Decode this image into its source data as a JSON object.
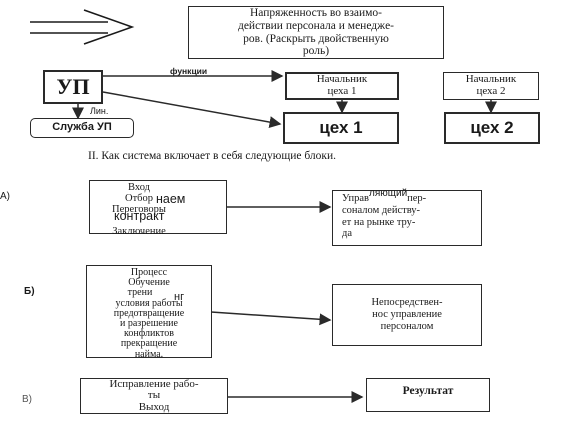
{
  "top_diagram": {
    "tension_box": [
      "Напряженность во взаимо-",
      "действии персонала и менеджe-",
      "ров. (Раскрыть двойственную",
      "роль)"
    ],
    "up_box": "УП",
    "functions_label": "функции",
    "lin_label": "Лин.",
    "service_box": "Служба УП",
    "chief1_box": [
      "Начальник",
      "цеха 1"
    ],
    "chief2_box": [
      "Начальник",
      "цеха 2"
    ],
    "shop1_box": "цех 1",
    "shop2_box": "цех 2"
  },
  "section_heading": "II. Как система включает в себя следующие блоки.",
  "block_a": {
    "letter": "А)",
    "left_lines": [
      "Вход",
      "Отбор",
      "Переговоры",
      "Заключение"
    ],
    "overlay_naem": "наем",
    "overlay_contract": "контракт",
    "right_part1": "Управ",
    "right_overlay": "ляющий",
    "right_part2": "пер-",
    "right_lines": [
      "соналом действу-",
      "ет на рынке тру-",
      "да"
    ]
  },
  "block_b": {
    "letter": "Б)",
    "left_lines": [
      "Процесс",
      "Обучение",
      "трени",
      "условия работы",
      "предотвращение",
      "и разрешение",
      "конфликтов",
      "прекращение",
      "найма."
    ],
    "overlay_ng": "нг",
    "right_lines": [
      "Непосредствен-",
      "нос управление",
      "персоналом"
    ]
  },
  "block_c": {
    "letter": "В)",
    "left_lines": [
      "Исправление рабо-",
      "ты",
      "Выход"
    ],
    "right_text": "Результат"
  },
  "colors": {
    "ink": "#1a1a1a",
    "stroke": "#2a2a2a"
  }
}
